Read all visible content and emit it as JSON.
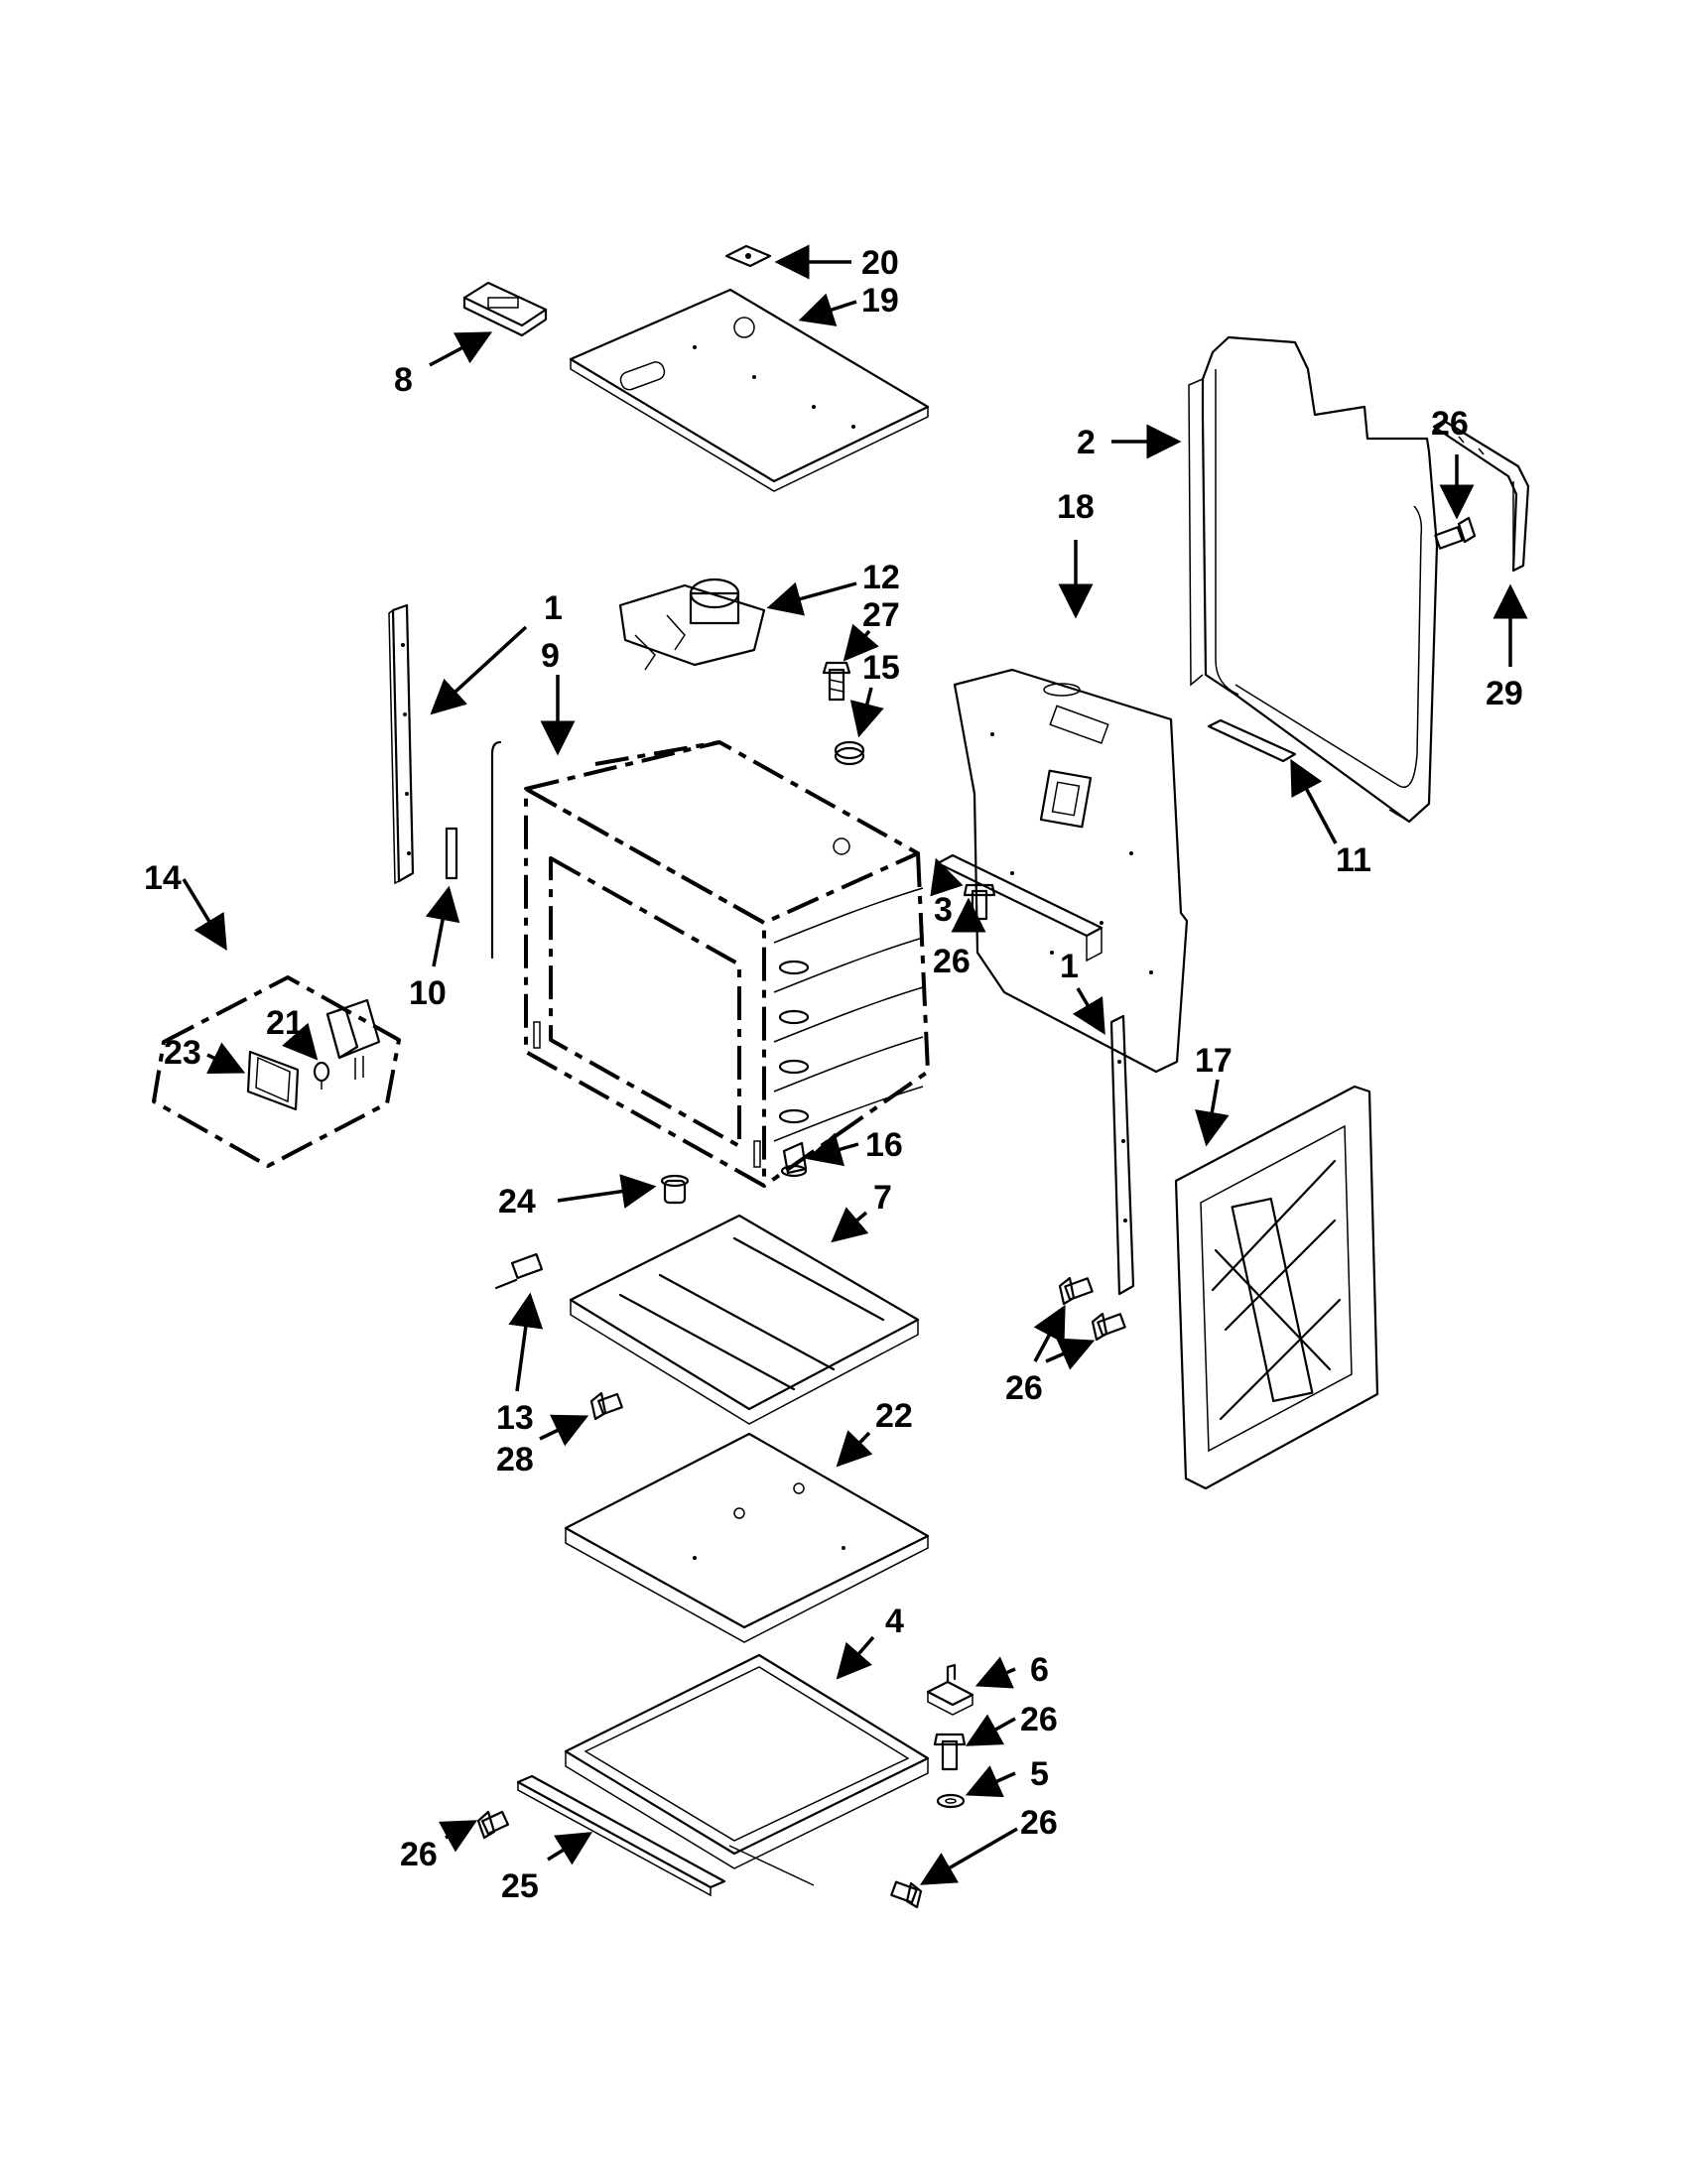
{
  "callouts": {
    "c1a": "1",
    "c1b": "1",
    "c2": "2",
    "c3": "3",
    "c4": "4",
    "c5": "5",
    "c6": "6",
    "c7": "7",
    "c8": "8",
    "c9": "9",
    "c10": "10",
    "c11": "11",
    "c12": "12",
    "c13": "13",
    "c14": "14",
    "c15": "15",
    "c16": "16",
    "c17": "17",
    "c18": "18",
    "c19": "19",
    "c20": "20",
    "c21": "21",
    "c22": "22",
    "c23": "23",
    "c24": "24",
    "c25": "25",
    "c26a": "26",
    "c26b": "26",
    "c26c": "26",
    "c26d": "26",
    "c26e": "26",
    "c26f": "26",
    "c27": "27",
    "c28": "28",
    "c29": "29"
  }
}
